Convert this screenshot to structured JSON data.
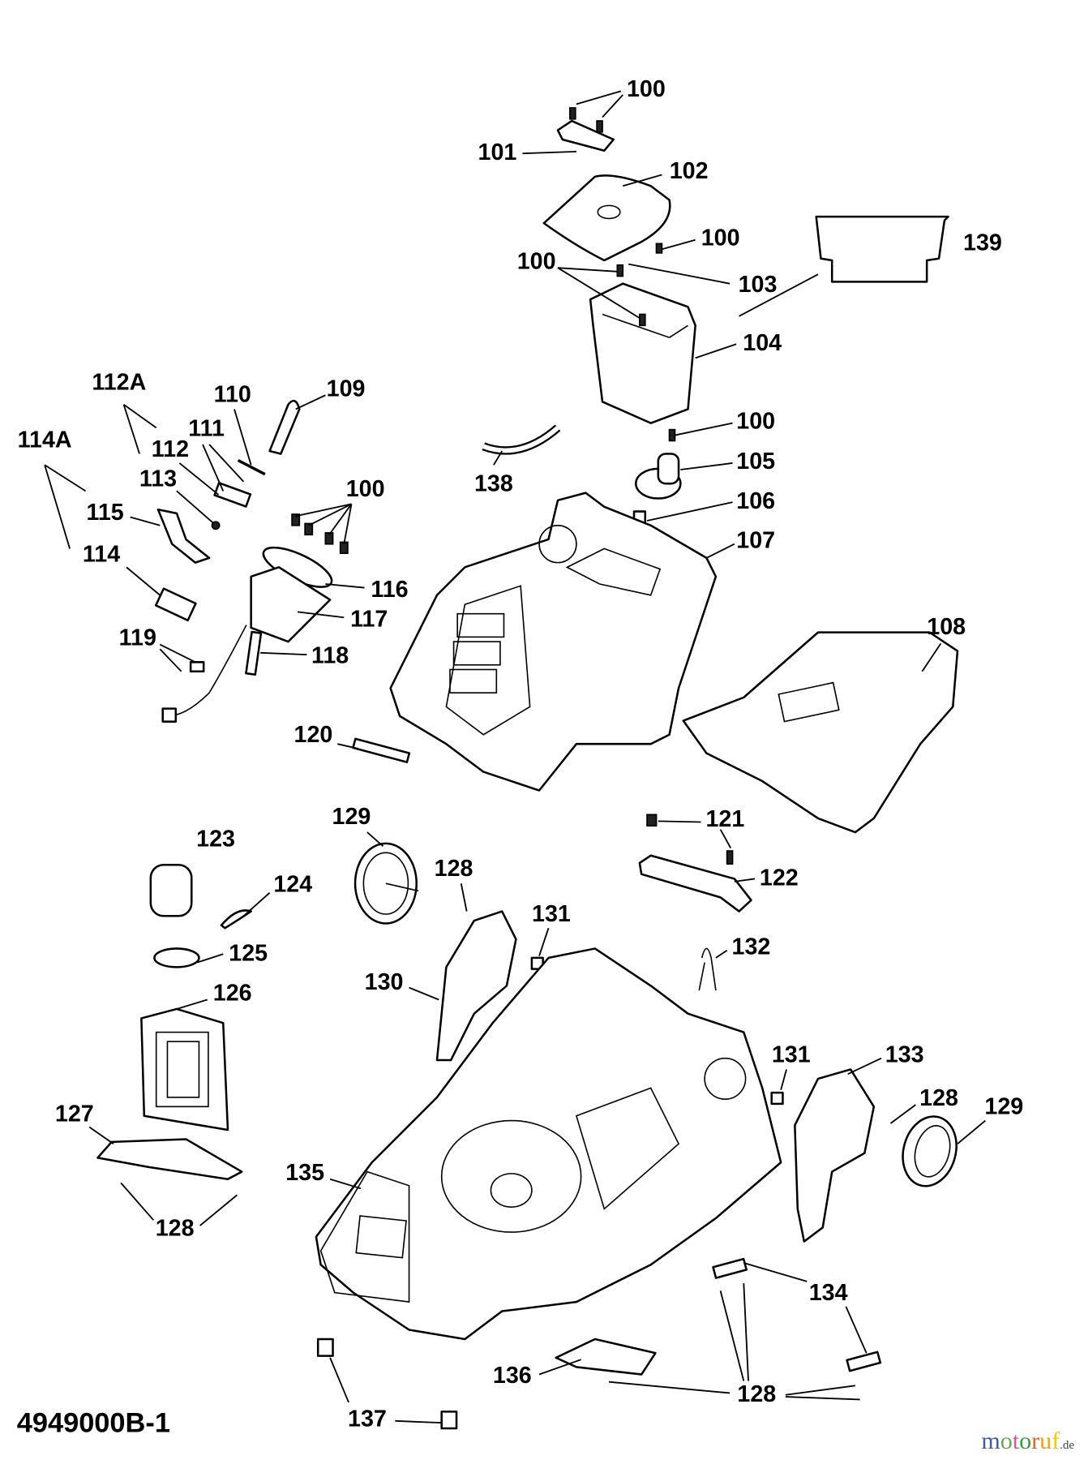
{
  "diagram_code": "4949000B-1",
  "watermark": {
    "text": "motoruf",
    "suffix": ".de",
    "colors": [
      "#3b5ba5",
      "#6aa84f",
      "#d6569a",
      "#3c9a3c",
      "#e0632a",
      "#e8a21c",
      "#f2c614"
    ]
  },
  "labels": [
    "100",
    "101",
    "102",
    "100",
    "139",
    "100",
    "103",
    "104",
    "112A",
    "110",
    "109",
    "114A",
    "111",
    "112",
    "113",
    "100",
    "100",
    "105",
    "106",
    "107",
    "138",
    "115",
    "114",
    "116",
    "117",
    "118",
    "119",
    "108",
    "120",
    "129",
    "121",
    "122",
    "123",
    "124",
    "128",
    "131",
    "132",
    "125",
    "130",
    "126",
    "131",
    "133",
    "128",
    "129",
    "127",
    "135",
    "128",
    "134",
    "136",
    "128",
    "137"
  ]
}
